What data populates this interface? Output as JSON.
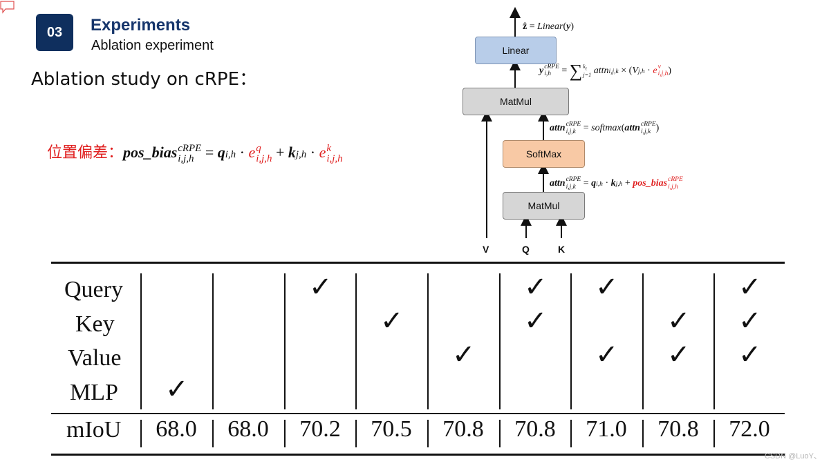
{
  "header": {
    "badge": "03",
    "title": "Experiments",
    "subtitle": "Ablation experiment"
  },
  "heading": "Ablation study on cRPE：",
  "formula": {
    "label": "位置偏差："
  },
  "diagram": {
    "boxes": {
      "linear": "Linear",
      "matmul_top": "MatMul",
      "softmax": "SoftMax",
      "matmul_bottom": "MatMul"
    },
    "inputs": [
      "V",
      "Q",
      "K"
    ]
  },
  "table": {
    "row_labels": [
      "Query",
      "Key",
      "Value",
      "MLP"
    ],
    "metric_label": "mIoU",
    "columns": [
      {
        "query": false,
        "key": false,
        "value": false,
        "mlp": true,
        "miou": "68.0"
      },
      {
        "query": false,
        "key": false,
        "value": false,
        "mlp": false,
        "miou": "68.0"
      },
      {
        "query": true,
        "key": false,
        "value": false,
        "mlp": false,
        "miou": "70.2"
      },
      {
        "query": false,
        "key": true,
        "value": false,
        "mlp": false,
        "miou": "70.5"
      },
      {
        "query": false,
        "key": false,
        "value": true,
        "mlp": false,
        "miou": "70.8"
      },
      {
        "query": true,
        "key": true,
        "value": false,
        "mlp": false,
        "miou": "70.8"
      },
      {
        "query": true,
        "key": false,
        "value": true,
        "mlp": false,
        "miou": "71.0"
      },
      {
        "query": false,
        "key": true,
        "value": true,
        "mlp": false,
        "miou": "70.8"
      },
      {
        "query": true,
        "key": true,
        "value": true,
        "mlp": false,
        "miou": "72.0"
      }
    ],
    "check_glyph": "✓"
  },
  "watermark": "CSDN @LuoY、"
}
